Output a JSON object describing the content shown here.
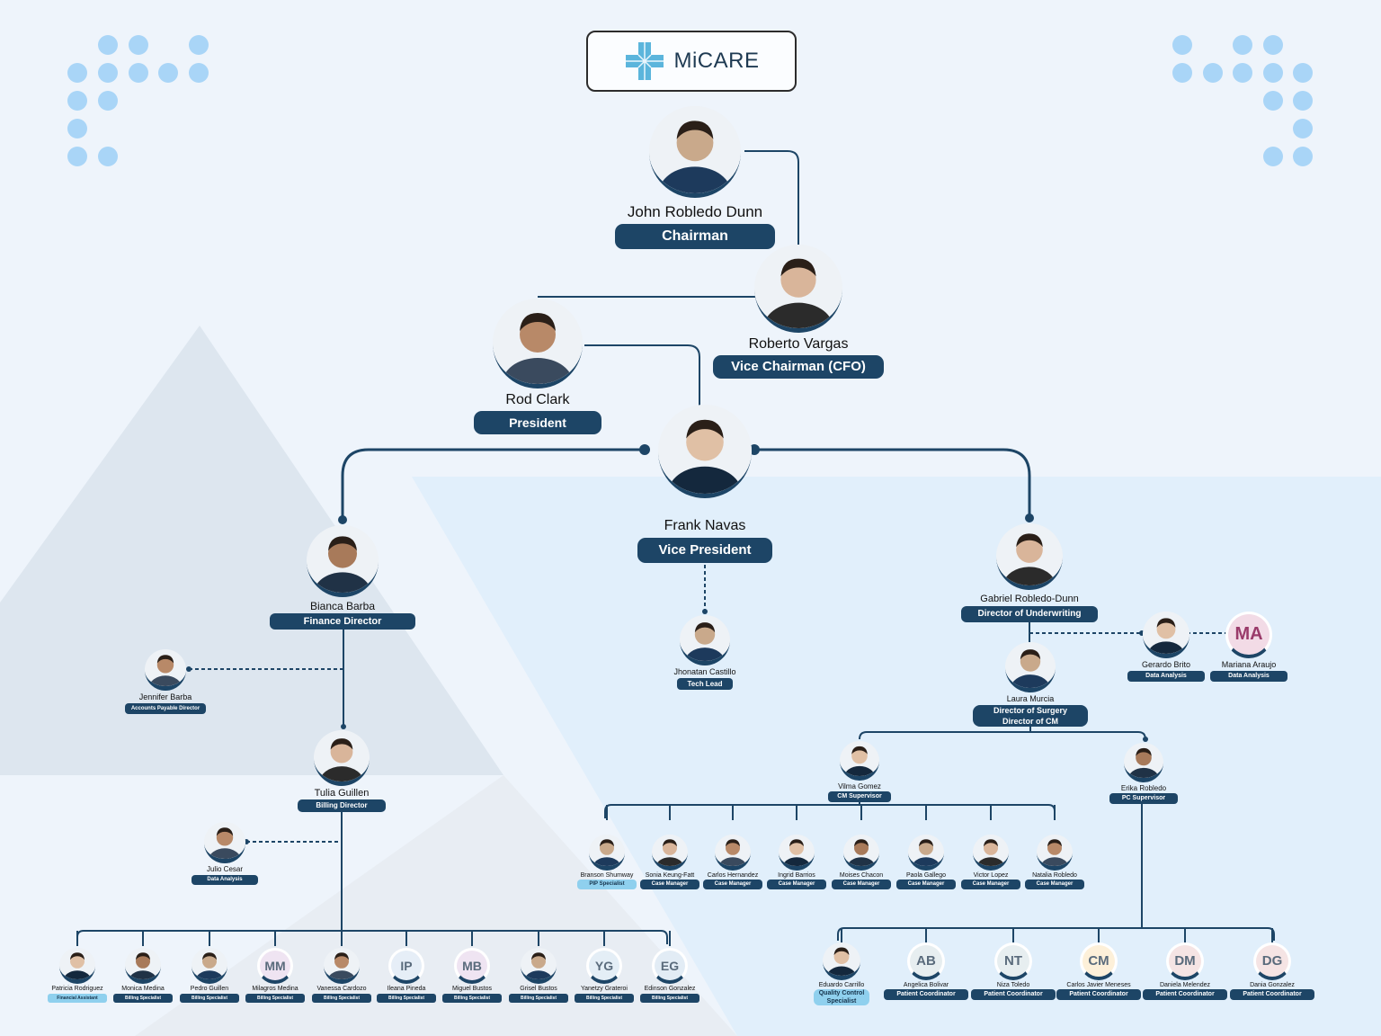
{
  "brand": {
    "name": "MiCARE"
  },
  "colors": {
    "navy": "#1d4566",
    "accent": "#8fd0ee",
    "line": "#1d4566",
    "background": "#eef4fb",
    "dots": "#a9d5f7"
  },
  "people": {
    "chairman": {
      "name": "John Robledo Dunn",
      "title": "Chairman"
    },
    "vice_chairman": {
      "name": "Roberto Vargas",
      "title": "Vice Chairman (CFO)"
    },
    "president": {
      "name": "Rod Clark",
      "title": "President"
    },
    "vice_president": {
      "name": "Frank Navas",
      "title": "Vice President"
    },
    "finance_director": {
      "name": "Bianca Barba",
      "title": "Finance Director"
    },
    "tech_lead": {
      "name": "Jhonatan Castillo",
      "title": "Tech Lead"
    },
    "underwriting_director": {
      "name": "Gabriel Robledo-Dunn",
      "title": "Director of Underwriting"
    },
    "accounts_payable": {
      "name": "Jennifer Barba",
      "title": "Accounts Payable Director"
    },
    "gerardo": {
      "name": "Gerardo Brito",
      "title": "Data Analysis"
    },
    "mariana": {
      "name": "Mariana Araujo",
      "title": "Data Analysis",
      "initials": "MA"
    },
    "laura": {
      "name": "Laura Murcia",
      "title": "Director of Surgery",
      "title2": "Director of CM"
    },
    "tulia": {
      "name": "Tulia Guillen",
      "title": "Billing Director"
    },
    "julio": {
      "name": "Julio Cesar",
      "title": "Data Analysis"
    },
    "vilma": {
      "name": "Vilma Gomez",
      "title": "CM Supervisor"
    },
    "erika": {
      "name": "Erika Robledo",
      "title": "PC Supervisor"
    }
  },
  "case_team": [
    {
      "name": "Branson Shumway",
      "title": "PIP Specialist"
    },
    {
      "name": "Sonia Keung-Fatt",
      "title": "Case Manager"
    },
    {
      "name": "Carlos Hernandez",
      "title": "Case Manager"
    },
    {
      "name": "Ingrid Barrios",
      "title": "Case Manager"
    },
    {
      "name": "Moises Chacon",
      "title": "Case Manager"
    },
    {
      "name": "Paola Gallego",
      "title": "Case Manager"
    },
    {
      "name": "Victor Lopez",
      "title": "Case Manager"
    },
    {
      "name": "Natalia Robledo",
      "title": "Case Manager"
    }
  ],
  "billing_team": [
    {
      "name": "Patricia Rodriguez",
      "title": "Financial Assistant"
    },
    {
      "name": "Monica Medina",
      "title": "Billing Specialist"
    },
    {
      "name": "Pedro Guillen",
      "title": "Billing Specialist"
    },
    {
      "name": "Milagros Medina",
      "title": "Billing Specialist",
      "initials": "MM"
    },
    {
      "name": "Vanessa Cardozo",
      "title": "Billing Specialist"
    },
    {
      "name": "Ileana Pineda",
      "title": "Billing Specialist",
      "initials": "IP"
    },
    {
      "name": "Miguel Bustos",
      "title": "Billing Specialist",
      "initials": "MB"
    },
    {
      "name": "Grisel Bustos",
      "title": "Billing Specialist"
    },
    {
      "name": "Yanetzy Grateroi",
      "title": "Billing Specialist",
      "initials": "YG"
    },
    {
      "name": "Edinson Gonzalez",
      "title": "Billing Specialist",
      "initials": "EG"
    }
  ],
  "coordinator_team": [
    {
      "name": "Eduardo Carrillo",
      "title": "Quality Control",
      "title2": "Specialist"
    },
    {
      "name": "Angelica Bolivar",
      "title": "Patient Coordinator",
      "initials": "AB"
    },
    {
      "name": "Niza Toledo",
      "title": "Patient Coordinator",
      "initials": "NT"
    },
    {
      "name": "Carlos Javier Meneses",
      "title": "Patient Coordinator",
      "initials": "CM"
    },
    {
      "name": "Daniela Melendez",
      "title": "Patient Coordinator",
      "initials": "DM"
    },
    {
      "name": "Dania Gonzalez",
      "title": "Patient Coordinator",
      "initials": "DG"
    }
  ]
}
